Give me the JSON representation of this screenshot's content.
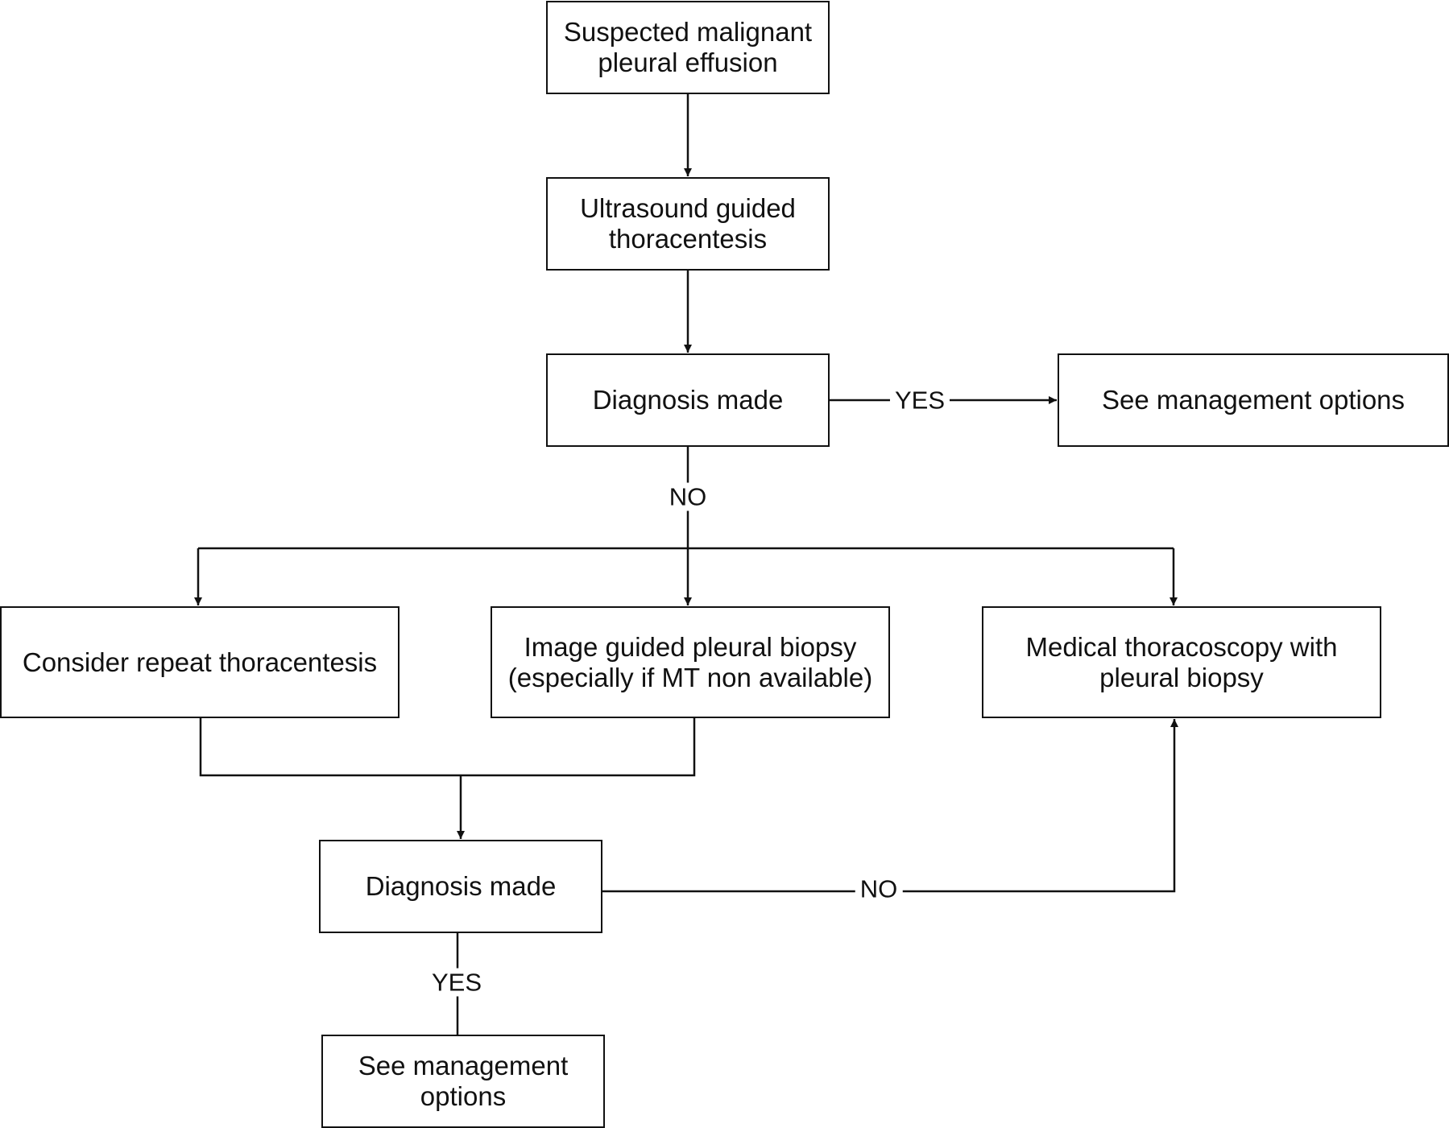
{
  "nodes": {
    "suspected": "Suspected malignant\npleural effusion",
    "ultrasound": "Ultrasound guided\nthoracentesis",
    "diagnosis_1": "Diagnosis made",
    "management_1": "See management options",
    "repeat": "Consider repeat thoracentesis",
    "image_biopsy": "Image guided pleural biopsy\n(especially if MT non available)",
    "thoracoscopy": "Medical thoracoscopy with\npleural biopsy",
    "diagnosis_2": "Diagnosis made",
    "management_2": "See management\noptions"
  },
  "edges": {
    "diag1_yes": "YES",
    "diag1_no": "NO",
    "diag2_no": "NO",
    "diag2_yes": "YES"
  }
}
